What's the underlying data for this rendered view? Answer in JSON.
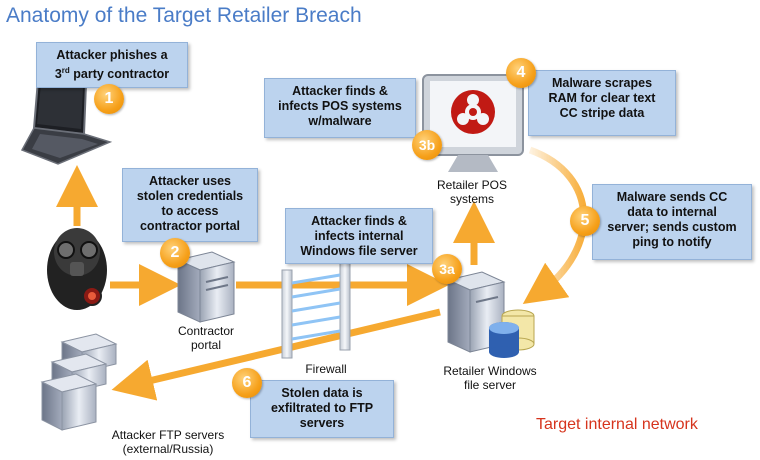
{
  "title": "Anatomy of the Target Retailer Breach",
  "steps": {
    "s1": {
      "badge": "1",
      "text_a": "Attacker phishes a",
      "text_b_base": "3",
      "text_b_sup": "rd",
      "text_b_rest": " party contractor"
    },
    "s2": {
      "badge": "2",
      "lines": [
        "Attacker uses",
        "stolen credentials",
        "to access",
        "contractor portal"
      ]
    },
    "s3a": {
      "badge": "3a",
      "lines": [
        "Attacker finds &",
        "infects internal",
        "Windows file server"
      ]
    },
    "s3b": {
      "badge": "3b",
      "lines": [
        "Attacker finds &",
        "infects POS systems",
        "w/malware"
      ]
    },
    "s4": {
      "badge": "4",
      "lines": [
        "Malware scrapes",
        "RAM for clear text",
        "CC stripe data"
      ]
    },
    "s5": {
      "badge": "5",
      "lines": [
        "Malware sends CC",
        "data to internal",
        "server; sends custom",
        "ping to notify"
      ]
    },
    "s6": {
      "badge": "6",
      "lines": [
        "Stolen data is",
        "exfiltrated to FTP",
        "servers"
      ]
    }
  },
  "labels": {
    "pos": [
      "Retailer POS",
      "systems"
    ],
    "contractor": [
      "Contractor",
      "portal"
    ],
    "firewall": "Firewall",
    "fileserver": [
      "Retailer Windows",
      "file server"
    ],
    "ftp": [
      "Attacker FTP servers",
      "(external/Russia)"
    ]
  },
  "network_label": "Target internal network",
  "colors": {
    "accent": "#f6a01a",
    "box": "#bcd3ee",
    "title": "#4a7cc7",
    "network": "#d6341d"
  },
  "icons": [
    "laptop-icon",
    "attacker-gasmask-icon",
    "monitor-biohazard-icon",
    "contractor-server-icon",
    "firewall-icon",
    "file-server-icon",
    "database-icon",
    "ftp-server-icon"
  ]
}
